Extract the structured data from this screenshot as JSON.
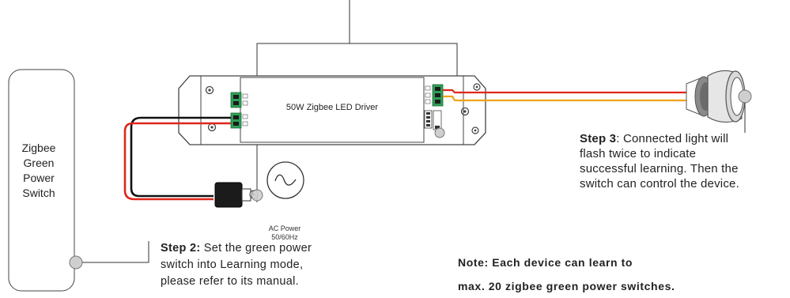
{
  "switch": {
    "lines": [
      "Zigbee",
      "Green",
      "Power",
      "Switch"
    ]
  },
  "driver": {
    "label": "50W Zigbee LED Driver"
  },
  "ac_power": {
    "line1": "AC Power",
    "line2": "50/60Hz"
  },
  "step2": {
    "title": "Step 2:",
    "line1": " Set the green power",
    "line2": "switch into Learning mode,",
    "line3": "please refer to its manual."
  },
  "step3": {
    "title": "Step 3",
    "line1": ": Connected light will",
    "line2": "flash twice to indicate",
    "line3": "successful learning. Then the",
    "line4": "switch can control the device."
  },
  "note": {
    "line1": "Note: Each device can learn to",
    "line2": "max. 20 zigbee green power switches."
  },
  "colors": {
    "live_wire": "#e0261b",
    "neutral_wire": "#111111",
    "orange_wire": "#f0a21a",
    "connector_green": "#2f9e57"
  }
}
